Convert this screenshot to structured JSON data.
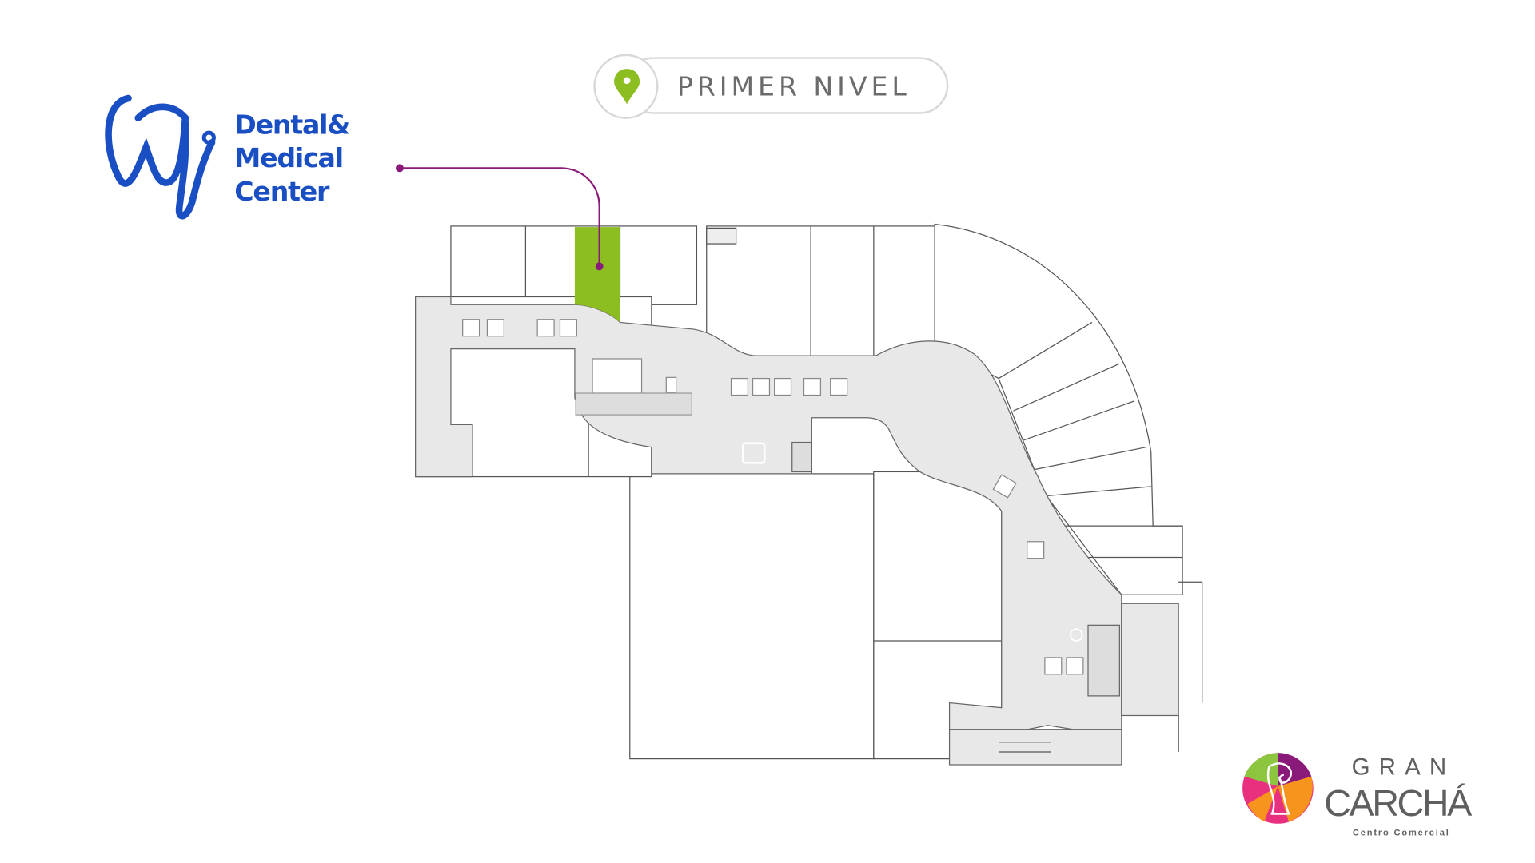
{
  "level_badge": {
    "label": "PRIMER NIVEL",
    "icon": "map-pin-icon",
    "icon_color": "#8cbe22"
  },
  "tenant": {
    "line1": "Dental&",
    "line2": "Medical",
    "line3": "Center",
    "color": "#1a4fc4"
  },
  "highlight": {
    "store_color": "#8cbe22",
    "pointer_color": "#8a1a7a"
  },
  "brand": {
    "line1": "GRAN",
    "line2": "CARCHÁ",
    "line3": "Centro Comercial"
  }
}
